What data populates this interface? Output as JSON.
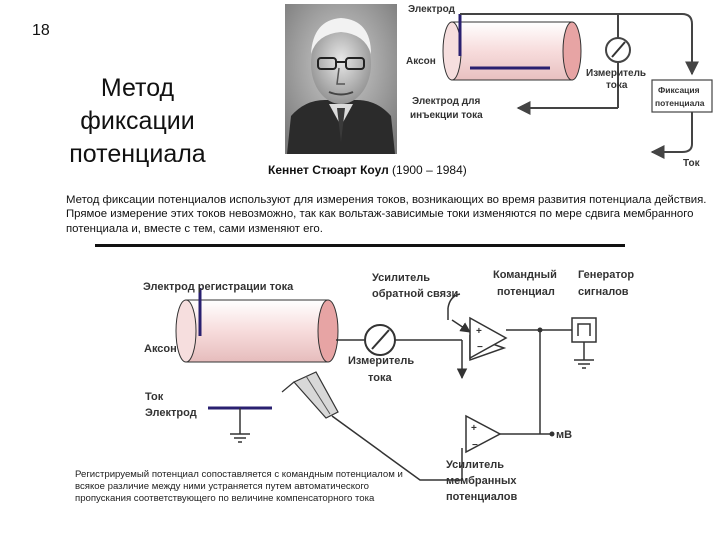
{
  "slide_number": "18",
  "title_lines": [
    "Метод",
    "фиксации",
    "потенциала"
  ],
  "portrait_caption": {
    "name": "Кеннет Стюарт Коул",
    "years": " (1900 – 1984)"
  },
  "paragraph": "Метод фиксации потенциалов используют для измерения токов, возникающих во время развития потенциала действия. Прямое измерение этих токов невозможно, так как вольтаж-зависимые токи изменяются по мере сдвига мембранного потенциала и, вместе с тем, сами изменяют его.",
  "top_diagram": {
    "electrode": "Электрод",
    "axon": "Аксон",
    "meter_line1": "Измеритель",
    "meter_line2": "тока",
    "clamp_line1": "Фиксация",
    "clamp_line2": "потенциала",
    "injection_line1": "Электрод для",
    "injection_line2": "инъекции тока",
    "current": "Ток"
  },
  "bottom_diagram": {
    "recording_electrode": "Электрод регистрации тока",
    "feedback_line1": "Усилитель",
    "feedback_line2": "обратной связи",
    "command_line1": "Командный",
    "command_line2": "потенциал",
    "generator_line1": "Генератор",
    "generator_line2": "сигналов",
    "axon": "Аксон",
    "meter_line1": "Измеритель",
    "meter_line2": "тока",
    "current_line1": "Ток",
    "current_line2": "Электрод",
    "mv": "мВ",
    "membrane_line1": "Усилитель",
    "membrane_line2": "мембранных",
    "membrane_line3": "потенциалов"
  },
  "note": "Регистрируемый потенциал сопоставляется с командным потенциалом и всякое различие между ними устраняется путем автоматического пропускания соответствующего по величине компенсаторного тока",
  "colors": {
    "axon_fill": "#f6dede",
    "axon_end": "#e7a4a4",
    "electrode": "#2a2070",
    "accent_arrow": "#444444"
  }
}
